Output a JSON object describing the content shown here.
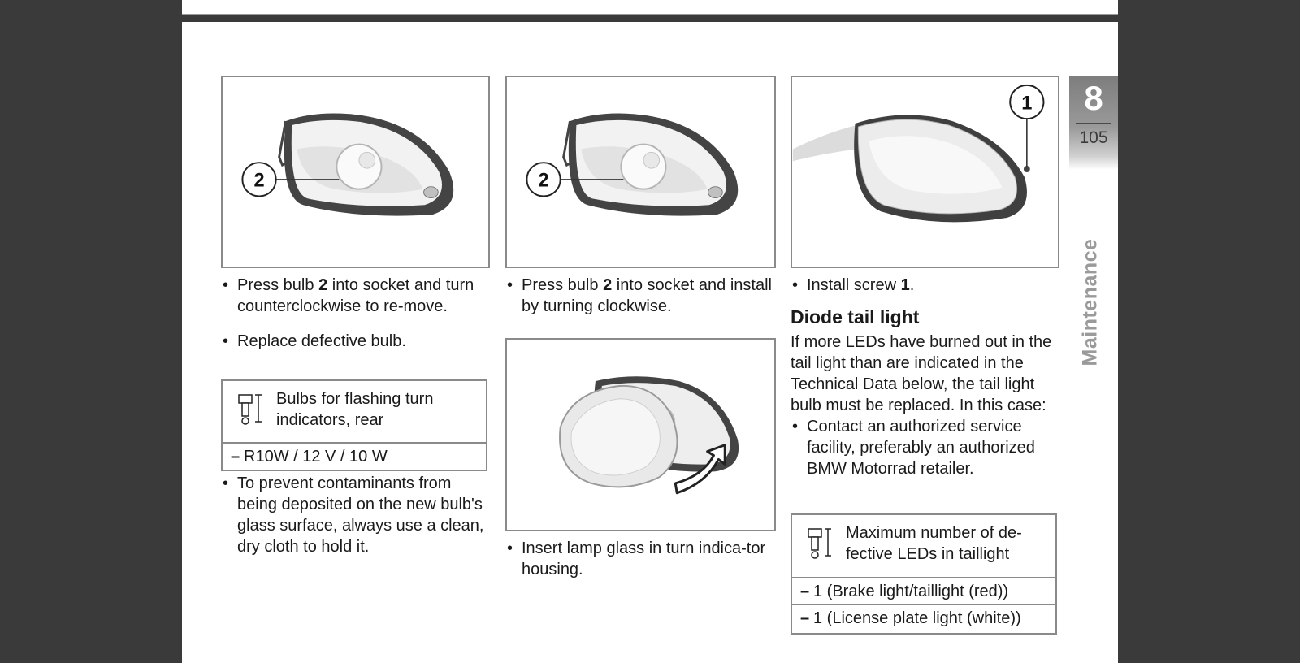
{
  "chapter": {
    "number": "8",
    "page": "105",
    "section": "Maintenance"
  },
  "figures": {
    "fig1": {
      "callout": "2"
    },
    "fig2": {
      "callout": "2"
    },
    "fig4": {
      "callout": "1"
    }
  },
  "col1": {
    "step1": {
      "pre": "Press bulb ",
      "ref": "2",
      "post": " into socket and turn counterclockwise to re-move."
    },
    "step2": "Replace defective bulb.",
    "spec": {
      "icon": "bulb-spec-icon",
      "title": "Bulbs for flashing turn indicators, rear",
      "rows": [
        "R10W / 12 V / 10 W"
      ]
    },
    "step3": "To prevent contaminants from being deposited on the new bulb's glass surface, always use a clean, dry cloth to hold it."
  },
  "col2": {
    "step1": {
      "pre": "Press bulb ",
      "ref": "2",
      "post": " into socket and install by turning clockwise."
    },
    "step2": "Insert lamp glass in turn indica-tor housing."
  },
  "col3": {
    "step1": {
      "pre": "Install screw ",
      "ref": "1",
      "post": "."
    },
    "heading": "Diode tail light",
    "para": "If more LEDs have burned out in the tail light than are indicated in the Technical Data below, the tail light bulb must be replaced. In this case:",
    "step2": "Contact an authorized service facility, preferably an authorized BMW Motorrad retailer.",
    "spec": {
      "icon": "bulb-spec-icon",
      "title": "Maximum number of de-fective LEDs in taillight",
      "rows": [
        "1 (Brake light/taillight (red))",
        "1 (License plate light (white))"
      ]
    }
  },
  "colors": {
    "page": "#ffffff",
    "background": "#3a3a3a",
    "border": "#8a8a8a",
    "side_label": "#9a9a9a"
  }
}
